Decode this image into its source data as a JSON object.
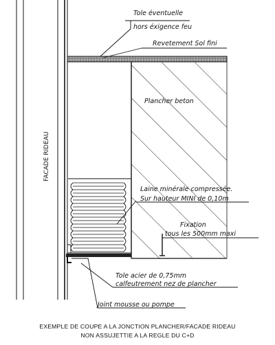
{
  "labels": {
    "tole_eventuelle": "Tole éventuelle",
    "hors_exigence_feu": "hors éxigence feu",
    "revetement": "Revetement Sol fini",
    "plancher": "Plancher beton",
    "facade": "FACADE RIDEAU",
    "laine_1": "Laine minérale compressée.",
    "laine_2": "Sur hauteur MINI de 0,10m",
    "fixation_1": "Fixation",
    "fixation_2": "tous les 500mm maxi",
    "tole_acier_1": "Tole acier de 0,75mm",
    "tole_acier_2": "calfeutrement nez de plancher",
    "joint": "Joint mousse ou pompe"
  },
  "caption": {
    "line1": "EXEMPLE DE COUPE A LA JONCTION PLANCHER/FACADE RIDEAU",
    "line2": "NON ASSUJETTIE A LA REGLE DU C+D"
  }
}
